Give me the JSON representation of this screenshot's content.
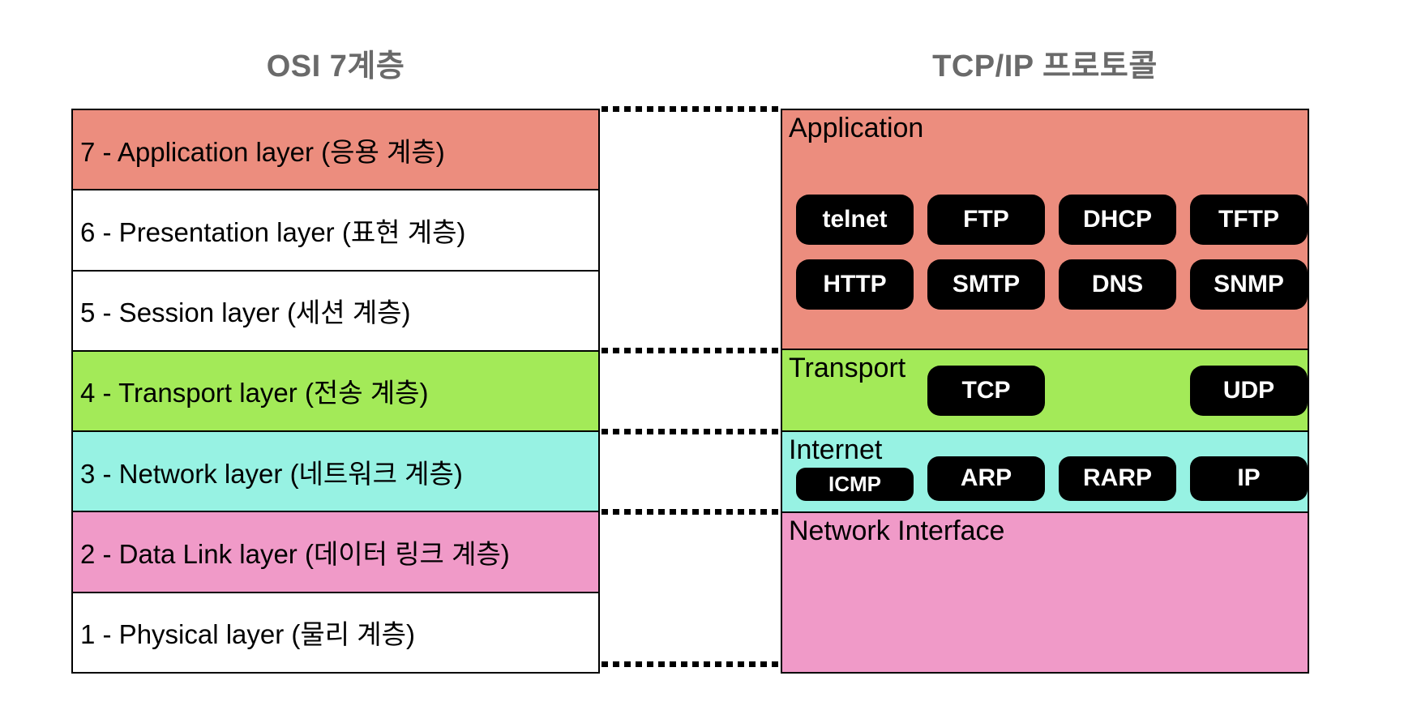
{
  "titles": {
    "left": "OSI 7계층",
    "right": "TCP/IP 프로토콜"
  },
  "colors": {
    "salmon": "#ec8d7e",
    "green": "#a3ea58",
    "cyan": "#97f2e3",
    "pink": "#f09ac8",
    "white": "#ffffff",
    "title_gray": "#6a6a6a",
    "badge_bg": "#000000",
    "badge_text": "#ffffff"
  },
  "osi_layers": [
    {
      "label": "7 - Application layer (응용 계층)"
    },
    {
      "label": "6 - Presentation layer (표현 계층)"
    },
    {
      "label": "5 - Session layer (세션 계층)"
    },
    {
      "label": "4 - Transport layer (전송 계층)"
    },
    {
      "label": "3 - Network layer (네트워크 계층)"
    },
    {
      "label": "2 - Data Link layer (데이터 링크 계층)"
    },
    {
      "label": "1 - Physical layer (물리 계층)"
    }
  ],
  "tcpip": {
    "application": {
      "label": "Application",
      "badges_row1": [
        "telnet",
        "FTP",
        "DHCP",
        "TFTP"
      ],
      "badges_row2": [
        "HTTP",
        "SMTP",
        "DNS",
        "SNMP"
      ]
    },
    "transport": {
      "label": "Transport",
      "badges": [
        "TCP",
        "UDP"
      ]
    },
    "internet": {
      "label": "Internet",
      "badges": [
        "ICMP",
        "ARP",
        "RARP",
        "IP"
      ]
    },
    "network_interface": {
      "label": "Network Interface"
    }
  }
}
